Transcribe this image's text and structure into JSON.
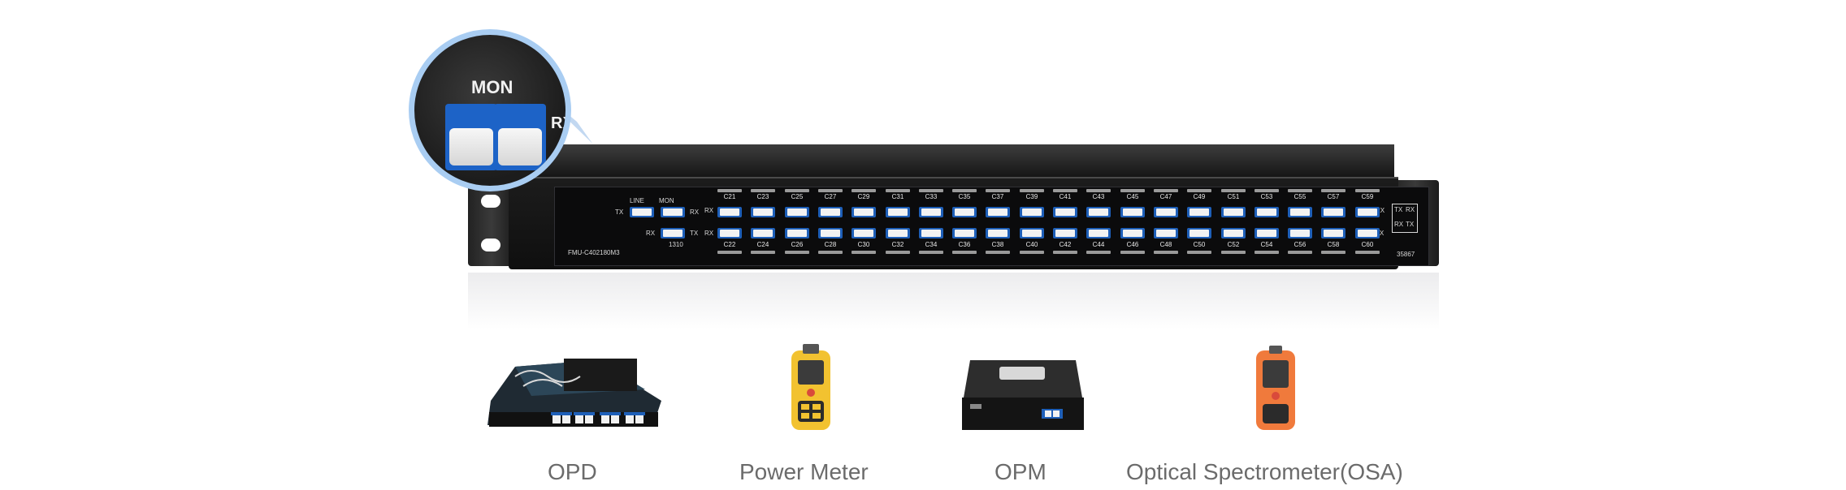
{
  "magnifier": {
    "title": "MON",
    "side_label": "RX"
  },
  "rack": {
    "model": "FMU-C402180M3",
    "line_label": "LINE",
    "mon_label": "MON",
    "wavelength": "1310",
    "tx": "TX",
    "rx": "RX",
    "part_number": "35867",
    "channels_top": [
      "C21",
      "C23",
      "C25",
      "C27",
      "C29",
      "C31",
      "C33",
      "C35",
      "C37",
      "C39",
      "C41",
      "C43",
      "C45",
      "C47",
      "C49",
      "C51",
      "C53",
      "C55",
      "C57",
      "C59"
    ],
    "channels_bottom": [
      "C22",
      "C24",
      "C26",
      "C28",
      "C30",
      "C32",
      "C34",
      "C36",
      "C38",
      "C40",
      "C42",
      "C44",
      "C46",
      "C48",
      "C50",
      "C52",
      "C54",
      "C56",
      "C58",
      "C60"
    ]
  },
  "devices": [
    {
      "name": "OPD",
      "icon": "opd-module-icon"
    },
    {
      "name": "Power Meter",
      "icon": "power-meter-icon"
    },
    {
      "name": "OPM",
      "icon": "opm-module-icon"
    },
    {
      "name": "Optical Spectrometer(OSA)",
      "icon": "osa-handheld-icon"
    }
  ],
  "colors": {
    "accent_blue": "#1e5fb8",
    "callout_ring": "#a9cdf2",
    "caption_gray": "#6b6b6b",
    "meter_yellow": "#f2c230",
    "osa_orange": "#f07a3c"
  }
}
